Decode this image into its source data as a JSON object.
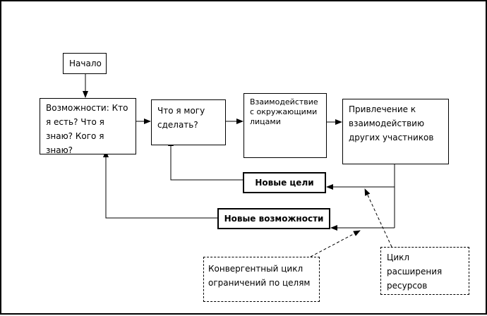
{
  "diagram": {
    "start": "Начало",
    "opportunities": "Возможности: Кто я есть? Что я знаю? Кого я знаю?",
    "can_do": "Что я могу сделать?",
    "interaction": "Взаимодействие с окружающими лицами",
    "attraction": "Привлечение к взаимодействию других участников",
    "new_goals": "Новые цели",
    "new_opportunities": "Новые возможности",
    "convergent_cycle": "Конвергентный цикл ограничений по целям",
    "expansion_cycle": "Цикл расширения ресурсов"
  }
}
